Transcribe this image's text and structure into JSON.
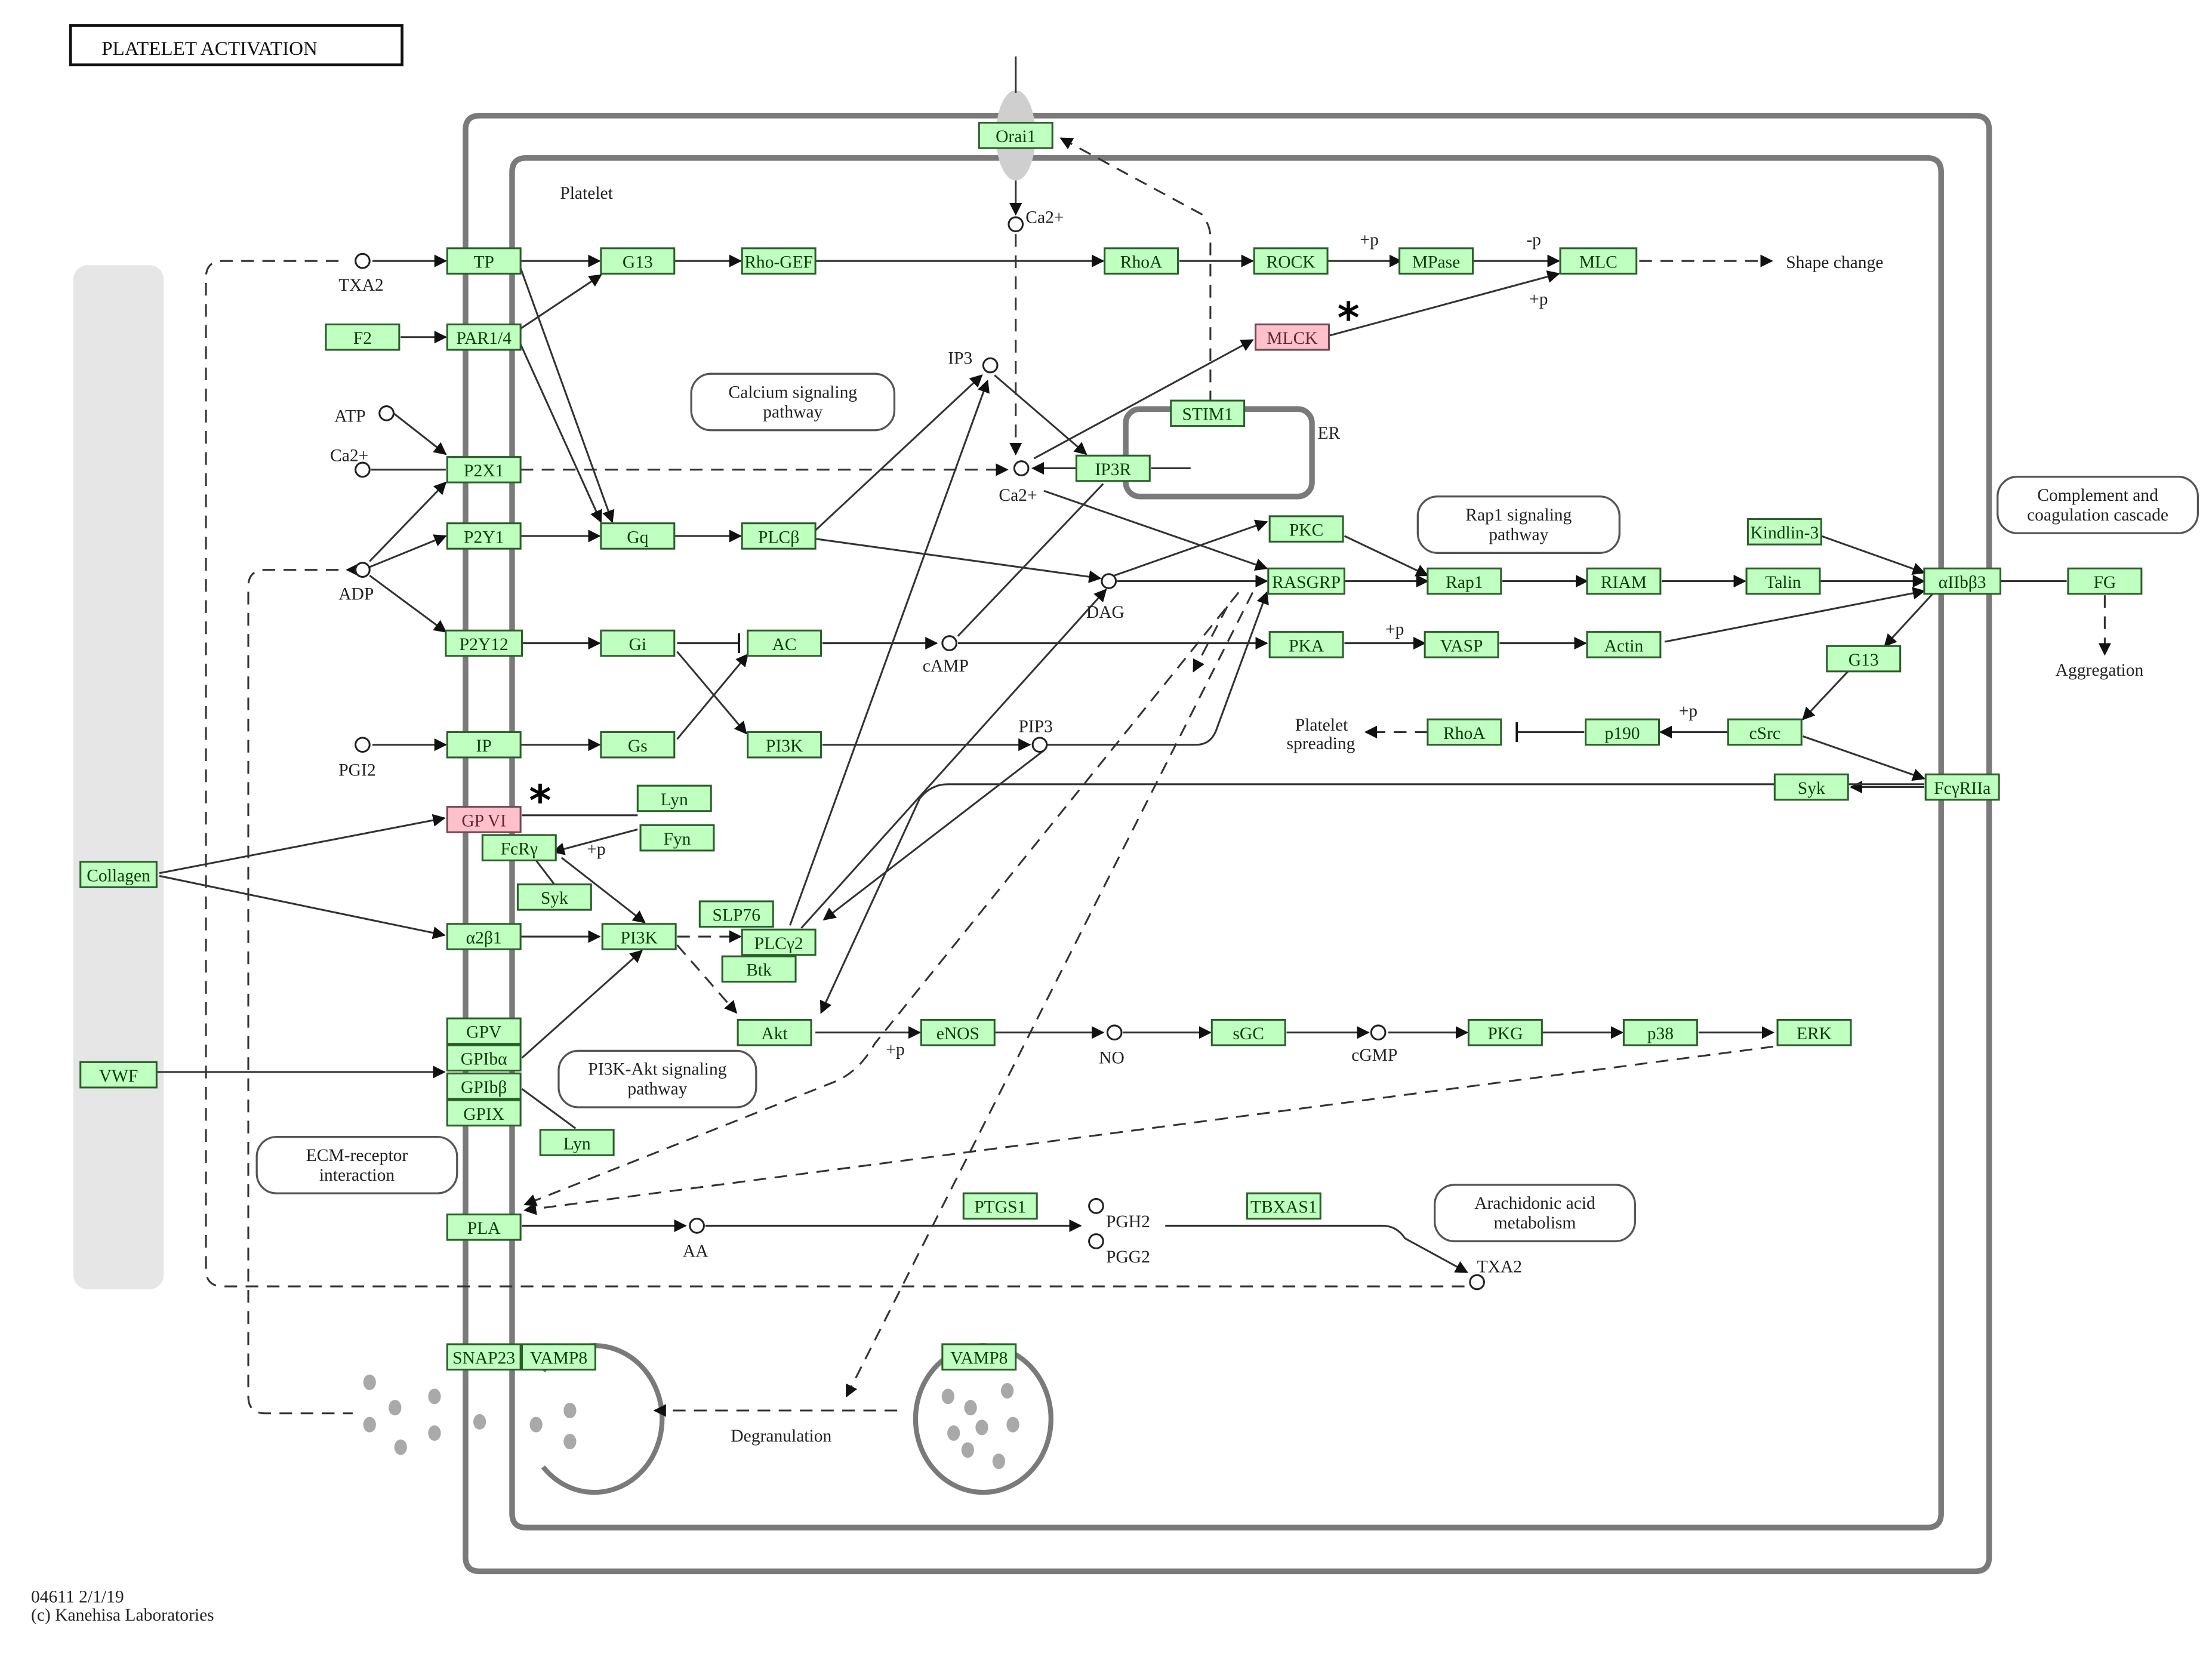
{
  "title": "PLATELET ACTIVATION",
  "compartments": {
    "platelet": "Platelet",
    "er": "ER"
  },
  "footer": {
    "id_date": "04611 2/1/19",
    "copyright": "(c) Kanehisa Laboratories"
  },
  "colors": {
    "gene_fill": "#bfffbf",
    "gene_border": "#2c5e2c",
    "highlight_fill": "#ffc0cb",
    "membrane": "#7a7a7a",
    "extracellular": "#e6e6e6"
  },
  "highlight_marker": "*",
  "genes": {
    "tp": "TP",
    "f2": "F2",
    "par14": "PAR1/4",
    "g13a": "G13",
    "rhogef": "Rho-GEF",
    "rhoa1": "RhoA",
    "rock": "ROCK",
    "mpase": "MPase",
    "mlc": "MLC",
    "orai1": "Orai1",
    "mlck": "MLCK",
    "stim1": "STIM1",
    "ip3r": "IP3R",
    "p2x1": "P2X1",
    "p2y1": "P2Y1",
    "gq": "Gq",
    "plcb": "PLCβ",
    "p2y12": "P2Y12",
    "gi": "Gi",
    "ac": "AC",
    "ip": "IP",
    "gs": "Gs",
    "pi3k1": "PI3K",
    "pkc": "PKC",
    "rasgrp": "RASGRP",
    "rap1": "Rap1",
    "riam": "RIAM",
    "talin": "Talin",
    "kindlin3": "Kindlin-3",
    "aiib3": "αIIbβ3",
    "fg": "FG",
    "pka": "PKA",
    "vasp": "VASP",
    "actin": "Actin",
    "g13b": "G13",
    "csrc": "cSrc",
    "p190": "p190",
    "rhoa2": "RhoA",
    "syk2": "Syk",
    "fcgr2a": "FcγRIIa",
    "gpvi": "GP VI",
    "lyn1": "Lyn",
    "fyn": "Fyn",
    "fcrg": "FcRγ",
    "syk1": "Syk",
    "collagen": "Collagen",
    "a2b1": "α2β1",
    "pi3k2": "PI3K",
    "slp76": "SLP76",
    "plcg2": "PLCγ2",
    "btk": "Btk",
    "akt": "Akt",
    "enos": "eNOS",
    "sgc": "sGC",
    "pkg": "PKG",
    "p38": "p38",
    "erk": "ERK",
    "gpv": "GPV",
    "gpiba": "GPIbα",
    "gpibb": "GPIbβ",
    "gpix": "GPIX",
    "vwf": "VWF",
    "lyn2": "Lyn",
    "pla": "PLA",
    "ptgs1": "PTGS1",
    "tbxas1": "TBXAS1",
    "snap23": "SNAP23",
    "vamp8a": "VAMP8",
    "vamp8b": "VAMP8"
  },
  "compounds": {
    "txa2a": "TXA2",
    "atp": "ATP",
    "ca1": "Ca2+",
    "adp": "ADP",
    "pgi2": "PGI2",
    "ca_top": "Ca2+",
    "ip3": "IP3",
    "ca_er": "Ca2+",
    "dag": "DAG",
    "camp": "cAMP",
    "pip3": "PIP3",
    "no": "NO",
    "cgmp": "cGMP",
    "aa": "AA",
    "pgh2": "PGH2",
    "pgg2": "PGG2",
    "txa2b": "TXA2"
  },
  "pathway_maps": {
    "calcium": [
      "Calcium signaling",
      "pathway"
    ],
    "rap1": [
      "Rap1 signaling",
      "pathway"
    ],
    "complement": [
      "Complement and",
      "coagulation cascade"
    ],
    "pi3kakt": [
      "PI3K-Akt signaling",
      "pathway"
    ],
    "ecm": [
      "ECM-receptor",
      "interaction"
    ],
    "arachidonic": [
      "Arachidonic acid",
      "metabolism"
    ]
  },
  "outcomes": {
    "shape_change": "Shape change",
    "aggregation": "Aggregation",
    "spreading": [
      "Platelet",
      "spreading"
    ],
    "degranulation": "Degranulation"
  },
  "modifiers": {
    "plus_p": "+p",
    "minus_p": "-p"
  }
}
